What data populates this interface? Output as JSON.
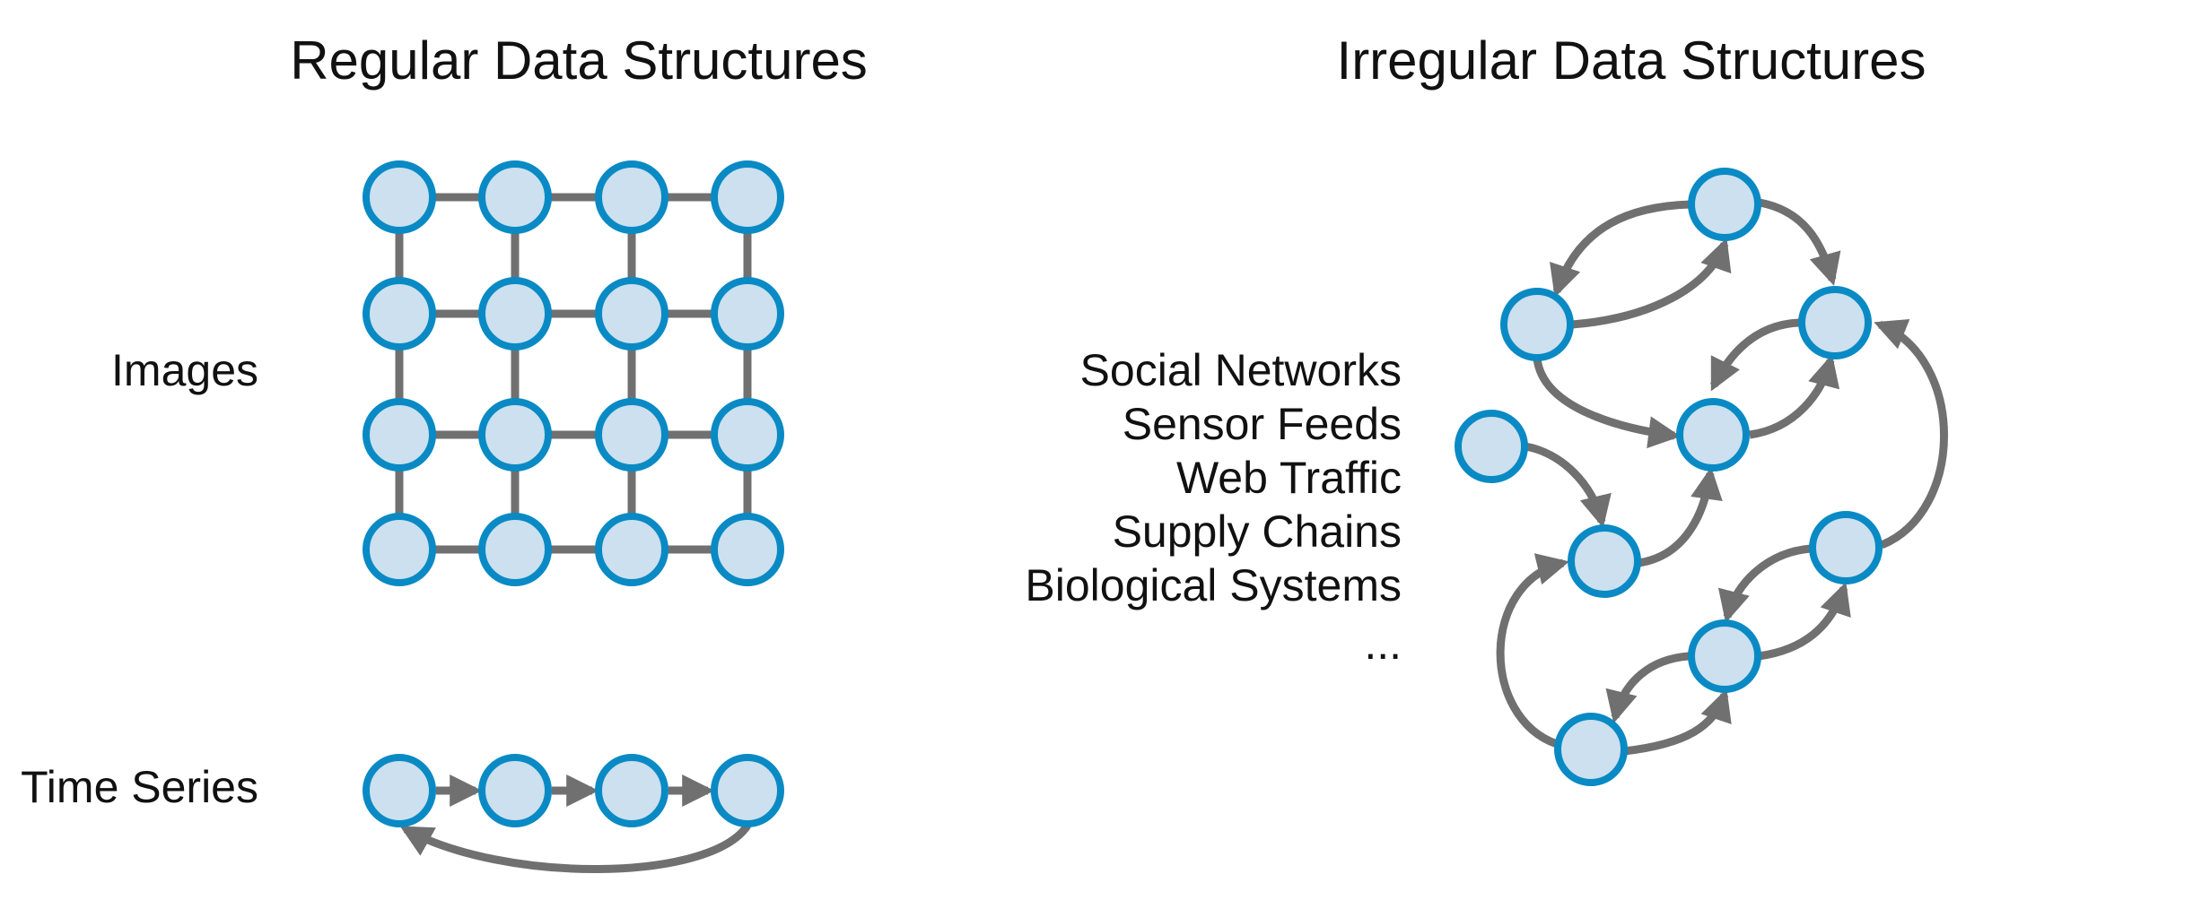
{
  "titles": {
    "regular": "Regular Data Structures",
    "irregular": "Irregular Data Structures"
  },
  "regular": {
    "images_label": "Images",
    "time_series_label": "Time Series"
  },
  "irregular": {
    "examples": [
      "Social Networks",
      "Sensor Feeds",
      "Web Traffic",
      "Supply Chains",
      "Biological Systems",
      "..."
    ]
  },
  "colors": {
    "node_fill": "#cce0ef",
    "node_stroke": "#0a8ac4",
    "edge": "#707070",
    "text": "#111111"
  }
}
